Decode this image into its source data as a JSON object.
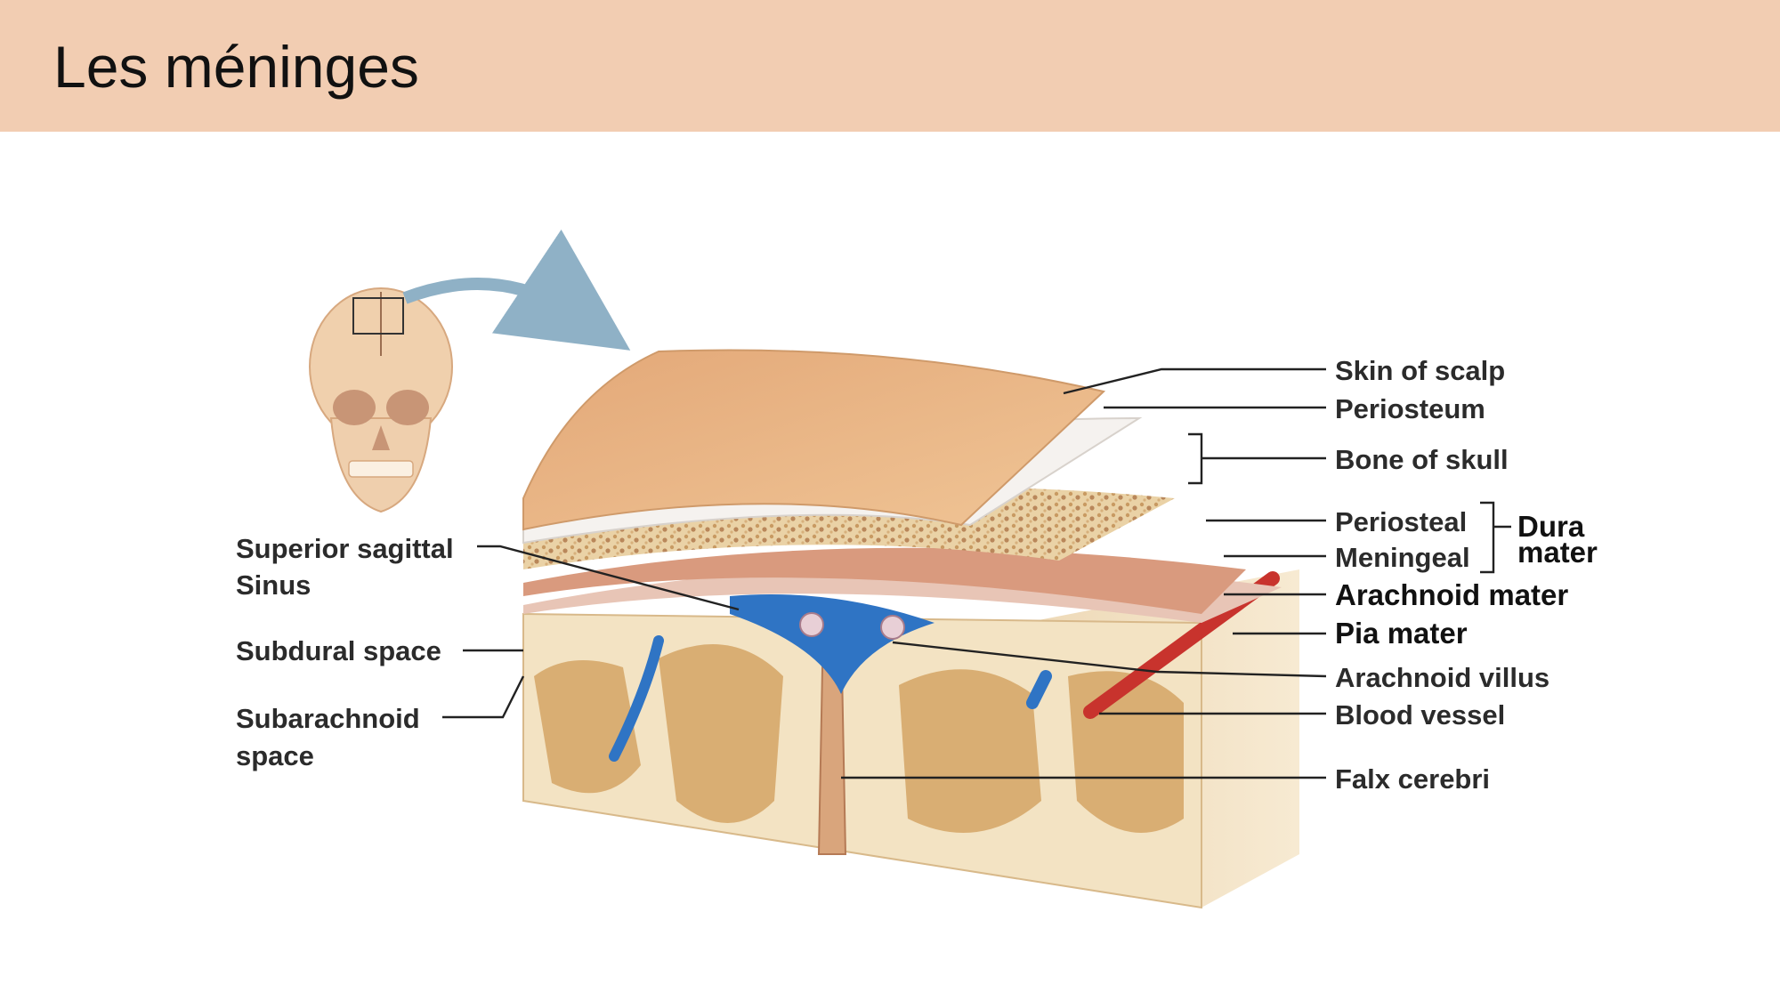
{
  "page": {
    "title": "Les méninges"
  },
  "labels": {
    "skin_of_scalp": "Skin of scalp",
    "periosteum": "Periosteum",
    "bone_of_skull": "Bone of skull",
    "periosteal": "Periosteal",
    "meningeal": "Meningeal",
    "dura": "Dura",
    "mater": "mater",
    "arachnoid_mater": "Arachnoid mater",
    "pia_mater": "Pia mater",
    "arachnoid_villus": "Arachnoid villus",
    "blood_vessel": "Blood vessel",
    "falx_cerebri": "Falx cerebri",
    "superior_sagittal_1": "Superior sagittal",
    "superior_sagittal_2": "Sinus",
    "subdural_space": "Subdural space",
    "subarachnoid_1": "Subarachnoid",
    "subarachnoid_2": "space"
  },
  "colors": {
    "title_bar": "#f2cdb2",
    "scalp": "#e9b886",
    "bone": "#f1dfb8",
    "sinus": "#2f74c4",
    "artery": "#c8332d",
    "brain_gray": "#d9ae73",
    "brain_white": "#f3e3c3"
  }
}
